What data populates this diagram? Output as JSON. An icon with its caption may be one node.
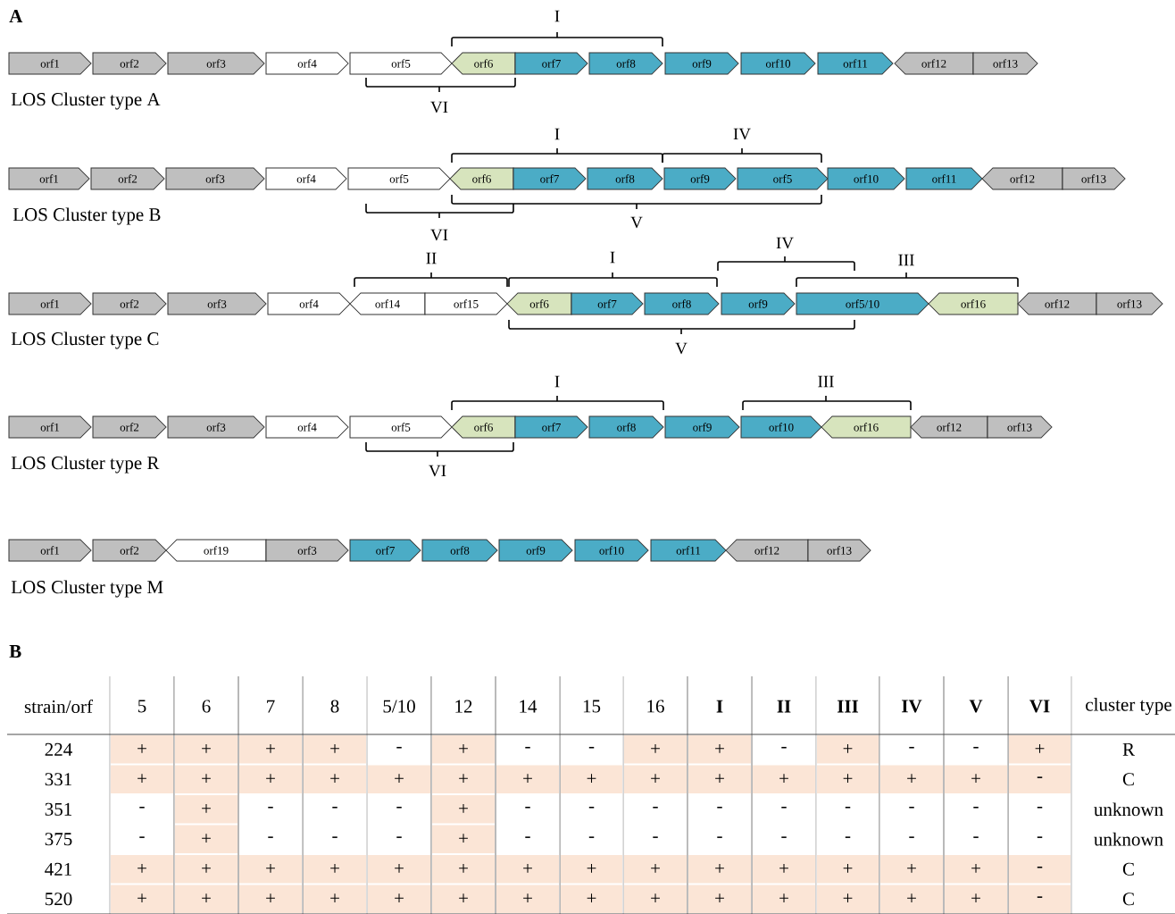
{
  "diagram": {
    "nodes": [
      {
        "text": [
          "orf1"
        ]
      },
      {
        "text": [
          "orf2"
        ]
      },
      {
        "text": [
          "orf3"
        ]
      },
      {
        "text": [
          "orf4"
        ]
      },
      {
        "text": [
          "orf5"
        ]
      },
      {
        "text": [
          "orf6"
        ]
      },
      {
        "text": [
          "orf7"
        ]
      },
      {
        "text": [
          "orf8"
        ]
      },
      {
        "text": [
          "orf9"
        ]
      },
      {
        "text": [
          "orf10"
        ]
      },
      {
        "text": [
          "orf11"
        ]
      },
      {
        "text": [
          "orf12"
        ]
      },
      {
        "text": [
          "orf13"
        ]
      },
      {
        "text": [
          "orf1"
        ]
      },
      {
        "text": [
          "orf2"
        ]
      },
      {
        "text": [
          "orf3"
        ]
      },
      {
        "text": [
          "orf4"
        ]
      },
      {
        "text": [
          "orf5"
        ]
      },
      {
        "text": [
          "orf6"
        ]
      },
      {
        "text": [
          "orf7"
        ]
      },
      {
        "text": [
          "orf8"
        ]
      },
      {
        "text": [
          "orf9"
        ]
      },
      {
        "text": [
          "orf5"
        ]
      },
      {
        "text": [
          "orf10"
        ]
      },
      {
        "text": [
          "orf11"
        ]
      },
      {
        "text": [
          "orf12"
        ]
      },
      {
        "text": [
          "orf13"
        ]
      },
      {
        "text": [
          "orf1"
        ]
      },
      {
        "text": [
          "orf2"
        ]
      },
      {
        "text": [
          "orf3"
        ]
      },
      {
        "text": [
          "orf4"
        ]
      },
      {
        "text": [
          "orf14"
        ]
      },
      {
        "text": [
          "orf15"
        ]
      },
      {
        "text": [
          "orf6"
        ]
      },
      {
        "text": [
          "orf7"
        ]
      },
      {
        "text": [
          "orf8"
        ]
      },
      {
        "text": [
          "orf9"
        ]
      },
      {
        "text": [
          "orf5/10"
        ]
      },
      {
        "text": [
          "orf16"
        ]
      },
      {
        "text": [
          "orf12"
        ]
      },
      {
        "text": [
          "orf13"
        ]
      },
      {
        "text": [
          "orf1"
        ]
      },
      {
        "text": [
          "orf2"
        ]
      },
      {
        "text": [
          "orf3"
        ]
      },
      {
        "text": [
          "orf4"
        ]
      },
      {
        "text": [
          "orf5"
        ]
      },
      {
        "text": [
          "orf6"
        ]
      },
      {
        "text": [
          "orf7"
        ]
      },
      {
        "text": [
          "orf8"
        ]
      },
      {
        "text": [
          "orf9"
        ]
      },
      {
        "text": [
          "orf10"
        ]
      },
      {
        "text": [
          "orf16"
        ]
      },
      {
        "text": [
          "orf12"
        ]
      },
      {
        "text": [
          "orf13"
        ]
      },
      {
        "text": [
          "orf1"
        ]
      },
      {
        "text": [
          "orf2"
        ]
      },
      {
        "text": [
          "orf19"
        ]
      },
      {
        "text": [
          "orf3"
        ]
      },
      {
        "text": [
          "orf7"
        ]
      },
      {
        "text": [
          "orf8"
        ]
      },
      {
        "text": [
          "orf9"
        ]
      },
      {
        "text": [
          "orf10"
        ]
      },
      {
        "text": [
          "orf11"
        ]
      },
      {
        "text": [
          "orf12"
        ]
      },
      {
        "text": [
          "orf13"
        ]
      }
    ],
    "labels": [
      "A",
      "I",
      "LOS Cluster type A",
      "VI",
      "I",
      "IV",
      "LOS Cluster type B",
      "V",
      "VI",
      "IV",
      "II",
      "I",
      "III",
      "LOS Cluster type C",
      "V",
      "I",
      "III",
      "LOS Cluster type R",
      "VI",
      "LOS Cluster type M",
      "B",
      "strain/orf",
      "5",
      "6",
      "7",
      "8",
      "5/10",
      "12",
      "14",
      "15",
      "16",
      "I",
      "II",
      "III",
      "IV",
      "V",
      "VI",
      "cluster type",
      "224",
      "+",
      "+",
      "+",
      "+",
      "-",
      "+",
      "-",
      "-",
      "+",
      "+",
      "-",
      "+",
      "-",
      "-",
      "+",
      "R",
      "331",
      "+",
      "+",
      "+",
      "+",
      "+",
      "+",
      "+",
      "+",
      "+",
      "+",
      "+",
      "+",
      "+",
      "+",
      "-",
      "C",
      "351",
      "-",
      "+",
      "-",
      "-",
      "-",
      "+",
      "-",
      "-",
      "-",
      "-",
      "-",
      "-",
      "-",
      "-",
      "-",
      "unknown",
      "375",
      "-",
      "+",
      "-",
      "-",
      "-",
      "+",
      "-",
      "-",
      "-",
      "-",
      "-",
      "-",
      "-",
      "-",
      "-",
      "unknown",
      "421",
      "+",
      "+",
      "+",
      "+",
      "+",
      "+",
      "+",
      "+",
      "+",
      "+",
      "+",
      "+",
      "+",
      "+",
      "-",
      "C",
      "520",
      "+",
      "+",
      "+",
      "+",
      "+",
      "+",
      "+",
      "+",
      "+",
      "+",
      "+",
      "+",
      "+",
      "+",
      "-",
      "C"
    ]
  }
}
